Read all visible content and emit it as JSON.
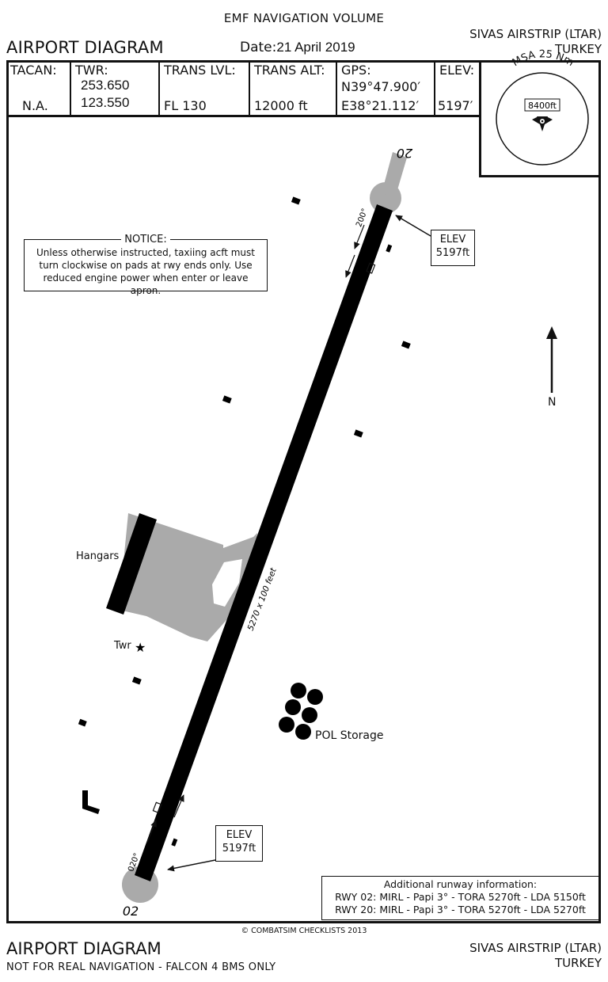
{
  "header": {
    "volume": "EMF NAVIGATION VOLUME",
    "diagram_title": "AIRPORT DIAGRAM",
    "date_label": "Date:",
    "date_value": "21 April 2019",
    "airport_name": "SIVAS AIRSTRIP (LTAR)",
    "country": "TURKEY"
  },
  "info": {
    "tacan_label": "TACAN:",
    "tacan_value": "N.A.",
    "twr_label": "TWR:",
    "twr_freq_1": "253.650",
    "twr_freq_2": "123.550",
    "trans_lvl_label": "TRANS LVL:",
    "trans_lvl_value": "FL 130",
    "trans_alt_label": "TRANS ALT:",
    "trans_alt_value": "12000 ft",
    "gps_label": "GPS:",
    "gps_lat": "N39°47.900′",
    "gps_lon": "E38°21.112′",
    "elev_label": "ELEV:",
    "elev_value": "5197′"
  },
  "msa": {
    "label": "MSA 25 Nm",
    "altitude": "8400ft"
  },
  "notice": {
    "title": "NOTICE:",
    "text": "Unless otherwise instructed, taxiing acft must turn clockwise on pads at rwy ends only. Use reduced engine power when enter or leave apron."
  },
  "runway": {
    "dimensions": "5270 x 100 feet",
    "end_north": "20",
    "end_south": "02",
    "hdg_north": "200°",
    "hdg_south": "020°"
  },
  "elev_north": {
    "label": "ELEV",
    "value": "5197ft"
  },
  "elev_south": {
    "label": "ELEV",
    "value": "5197ft"
  },
  "labels": {
    "hangars": "Hangars",
    "tower": "Twr",
    "pol": "POL Storage",
    "north": "N"
  },
  "additional": {
    "title": "Additional runway information:",
    "rwy02": "RWY 02: MIRL - Papi 3° - TORA 5270ft - LDA 5150ft",
    "rwy20": "RWY 20: MIRL - Papi 3° - TORA 5270ft - LDA 5270ft"
  },
  "footer": {
    "copyright": "© COMBATSIM CHECKLISTS 2013",
    "diagram_title": "AIRPORT DIAGRAM",
    "disclaimer": "NOT FOR REAL NAVIGATION - FALCON 4 BMS ONLY",
    "airport_name": "SIVAS AIRSTRIP (LTAR)",
    "country": "TURKEY"
  },
  "colors": {
    "runway": "#000000",
    "apron": "#aaaaaa",
    "ink": "#111111"
  }
}
